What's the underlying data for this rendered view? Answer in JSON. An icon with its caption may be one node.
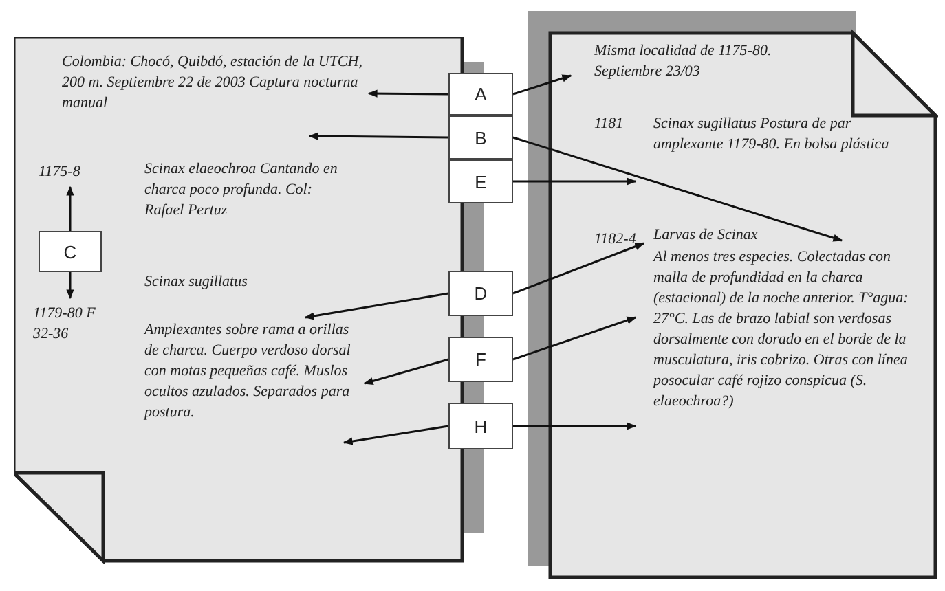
{
  "diagram": {
    "nodes": [
      {
        "text": [
          "Colombia: Chocó, Quibdó, estación de la UTCH, 200 m. Septiembre 22 de 2003 Captura nocturna manual",
          "1175-8",
          "Scinax elaeochroa Cantando en charca poco profunda. Col: Rafael Pertuz",
          "Scinax sugillatus",
          "1179-80 F 32-36",
          "Amplexantes sobre rama a orillas de charca. Cuerpo verdoso dorsal con motas pequeñas café. Muslos ocultos azulados. Separados para postura."
        ]
      },
      {
        "text": [
          "C"
        ],
        "in": 0
      },
      {
        "text": [
          "A"
        ]
      },
      {
        "text": [
          "B"
        ]
      },
      {
        "text": [
          "E"
        ]
      },
      {
        "text": [
          "D"
        ]
      },
      {
        "text": [
          "F"
        ]
      },
      {
        "text": [
          "H"
        ]
      },
      {
        "text": [
          "Misma localidad de 1175-80. Septiembre 23/03",
          "1181",
          "Scinax sugillatus Postura de par amplexante 1179-80. En bolsa plástica",
          "1182-4",
          "Larvas de Scinax",
          "Al menos tres especies. Colectadas con malla de profundidad en la charca (estacional) de la noche anterior. T°agua: 27°C. Las de brazo labial son verdosas dorsalmente con dorado en el borde de la musculatura, iris cobrizo. Otras con línea posocular café rojizo conspicua (S. elaeochroa?)"
        ]
      }
    ],
    "edges": [
      {
        "from": 2,
        "to": 0,
        "arrow": "to"
      },
      {
        "from": 2,
        "to": 8,
        "arrow": "to"
      },
      {
        "from": 3,
        "to": 0,
        "arrow": "to"
      },
      {
        "from": 3,
        "to": 8,
        "arrow": "to"
      },
      {
        "from": 4,
        "to": 8,
        "arrow": "to"
      },
      {
        "from": 1,
        "to": 0,
        "arrow": "to"
      },
      {
        "from": 1,
        "to": 0,
        "arrow": "to"
      },
      {
        "from": 5,
        "to": 0,
        "arrow": "to"
      },
      {
        "from": 5,
        "to": 8,
        "arrow": "to"
      },
      {
        "from": 6,
        "to": 0,
        "arrow": "to"
      },
      {
        "from": 6,
        "to": 8,
        "arrow": "to"
      },
      {
        "from": 7,
        "to": 0,
        "arrow": "to"
      },
      {
        "from": 7,
        "to": 8,
        "arrow": "to"
      }
    ]
  }
}
